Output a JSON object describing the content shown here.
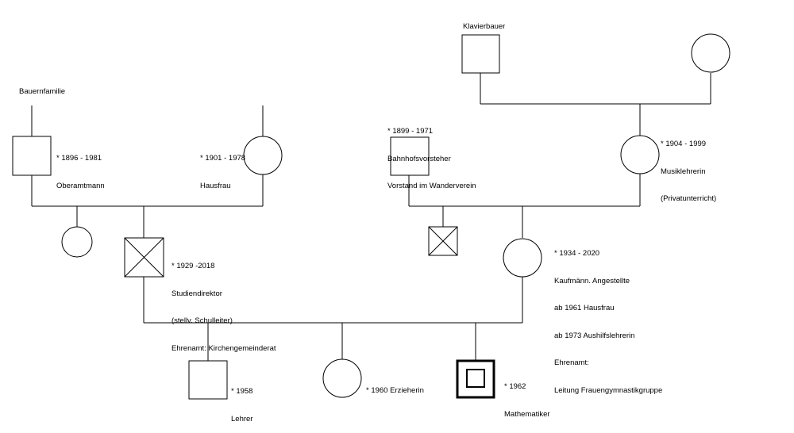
{
  "family_labels": {
    "paternal_origin": "Bauernfamilie",
    "maternal_origin": "Klavierbauer"
  },
  "people": {
    "pat_grandfather": {
      "lines": [
        "* 1896 - 1981",
        "Oberamtmann"
      ]
    },
    "pat_grandmother": {
      "lines": [
        "* 1901 - 1978",
        "Hausfrau"
      ]
    },
    "mat_grandfather": {
      "lines": [
        "* 1899 - 1971",
        "Bahnhofsvorsteher",
        "Vorstand im Wanderverein"
      ]
    },
    "mat_grandmother": {
      "lines": [
        "* 1904 - 1999",
        "Musiklehrerin",
        "(Privatunterricht)"
      ]
    },
    "father": {
      "lines": [
        "* 1929 -2018",
        "Studiendirektor",
        "(stellv. Schulleiter)",
        "Ehrenamt: Kirchengemeinderat"
      ]
    },
    "mother": {
      "lines": [
        "* 1934 - 2020",
        "Kaufmänn. Angestellte",
        "ab 1961 Hausfrau",
        "ab 1973 Aushilfslehrerin",
        "Ehrenamt:",
        "Leitung Frauengymnastikgruppe"
      ]
    },
    "child_1": {
      "lines": [
        "* 1958",
        "Lehrer"
      ]
    },
    "child_2": {
      "lines": [
        "* 1960 Erzieherin"
      ]
    },
    "child_3": {
      "lines": [
        "* 1962",
        "Mathematiker"
      ]
    }
  }
}
